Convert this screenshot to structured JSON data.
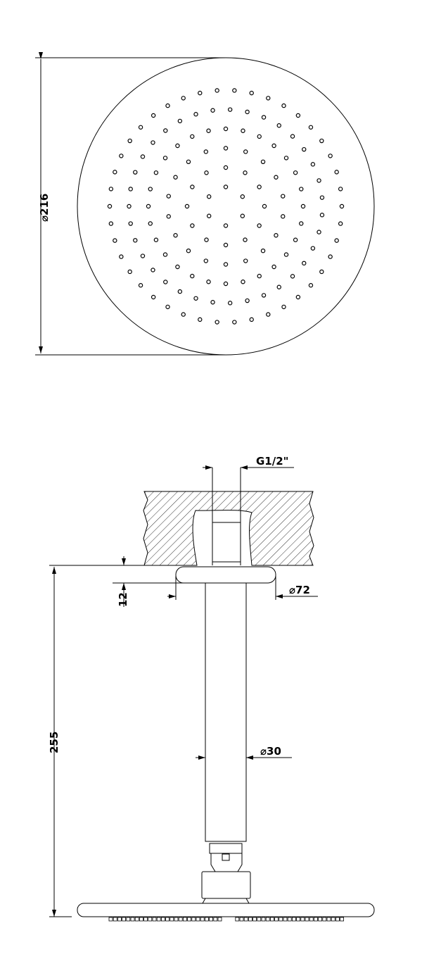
{
  "top_view": {
    "diameter_label": "⌀216"
  },
  "side_view": {
    "thread_label": "G1/2\"",
    "flange_diameter_label": "⌀72",
    "flange_height_label": "12",
    "total_height_label": "255",
    "pipe_diameter_label": "⌀30"
  }
}
